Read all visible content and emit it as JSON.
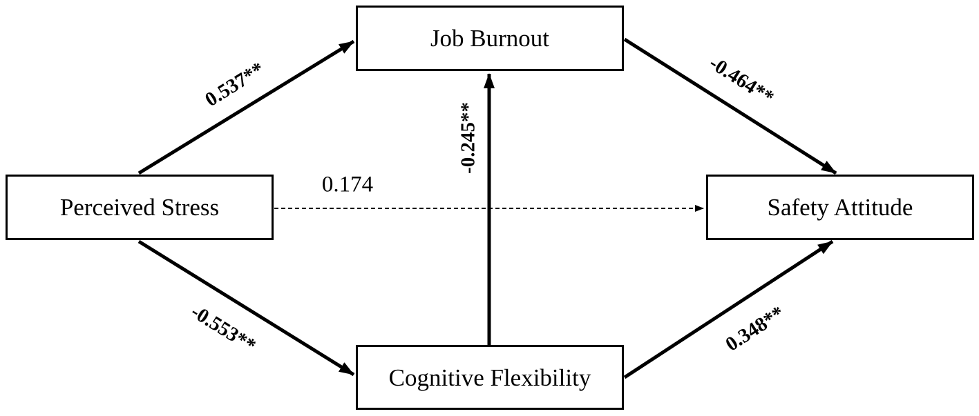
{
  "diagram": {
    "type": "mediation-path-model",
    "nodes": {
      "perceived_stress": {
        "label": "Perceived Stress"
      },
      "job_burnout": {
        "label": "Job Burnout"
      },
      "cognitive_flexibility": {
        "label": "Cognitive Flexibility"
      },
      "safety_attitude": {
        "label": "Safety Attitude"
      }
    },
    "paths": [
      {
        "from": "Perceived Stress",
        "to": "Job Burnout",
        "coefficient": "0.537**",
        "line_style": "solid"
      },
      {
        "from": "Job Burnout",
        "to": "Safety Attitude",
        "coefficient": "-0.464**",
        "line_style": "solid"
      },
      {
        "from": "Perceived Stress",
        "to": "Cognitive Flexibility",
        "coefficient": "-0.553**",
        "line_style": "solid"
      },
      {
        "from": "Cognitive Flexibility",
        "to": "Safety Attitude",
        "coefficient": "0.348**",
        "line_style": "solid"
      },
      {
        "from": "Cognitive Flexibility",
        "to": "Job Burnout",
        "coefficient": "-0.245**",
        "line_style": "solid"
      },
      {
        "from": "Perceived Stress",
        "to": "Safety Attitude",
        "coefficient": "0.174",
        "line_style": "dashed"
      }
    ],
    "colors": {
      "line": "#000000",
      "box_border": "#000000",
      "text": "#000000",
      "background": "#ffffff"
    }
  }
}
